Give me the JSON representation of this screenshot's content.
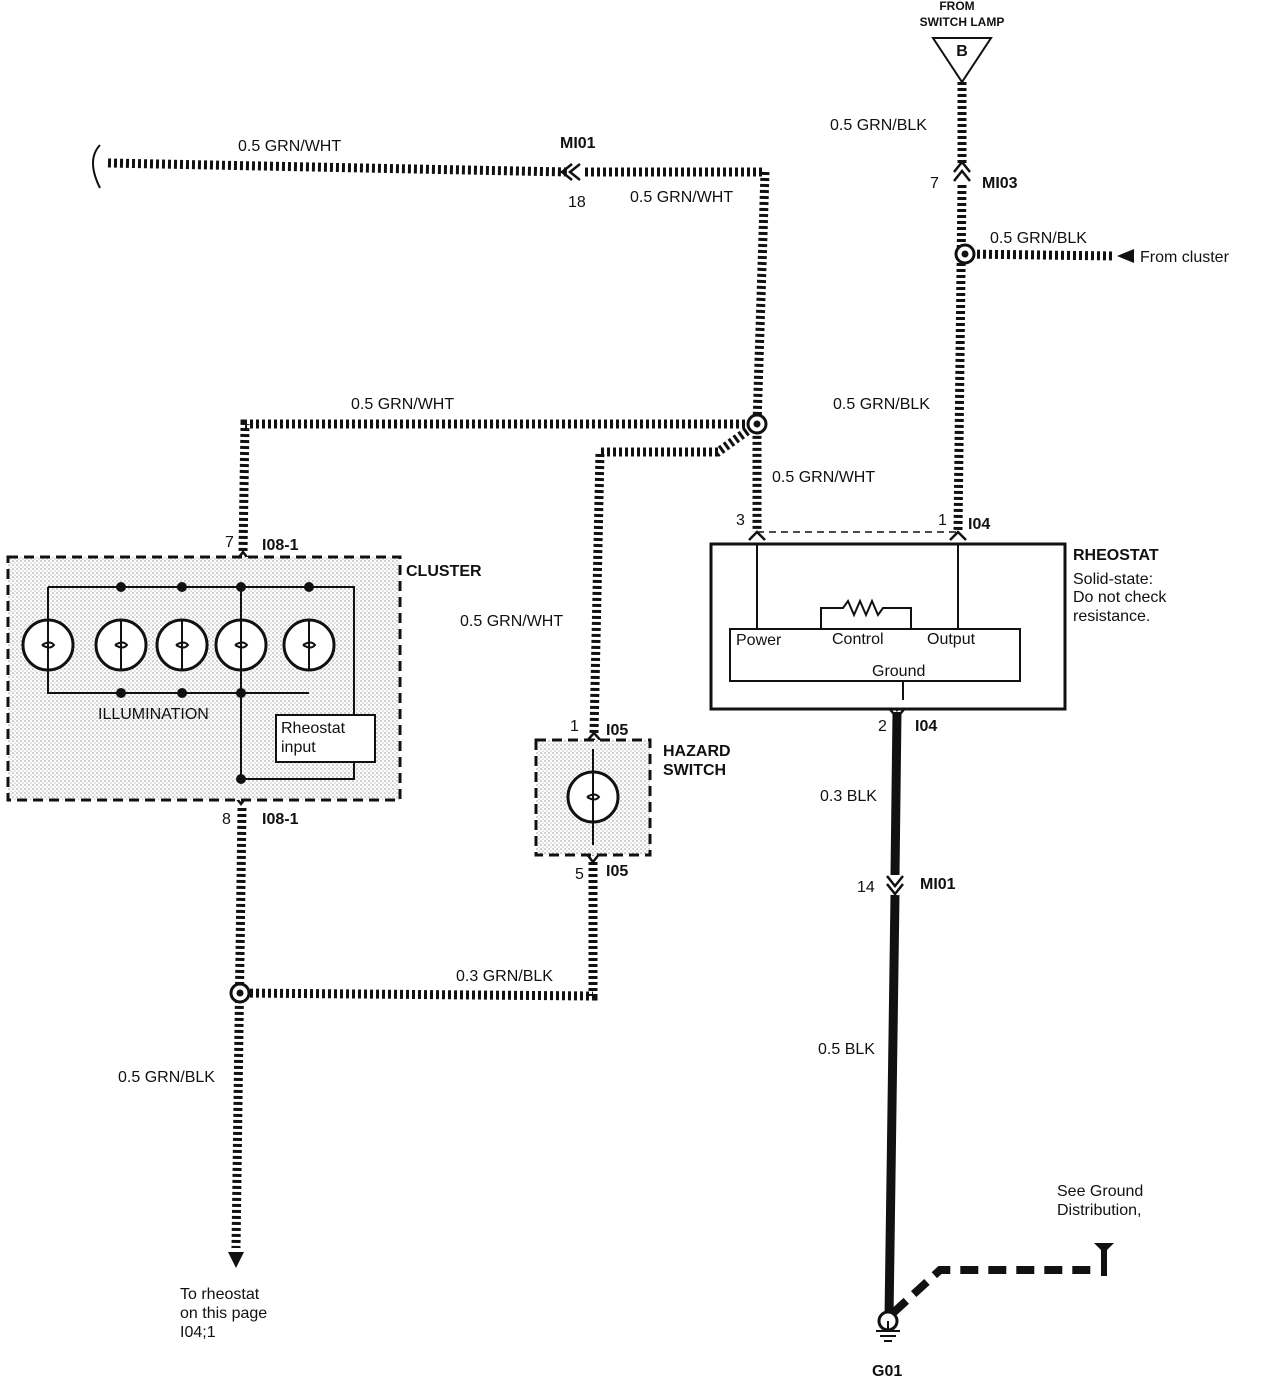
{
  "source": {
    "line1": "FROM",
    "line2": "SWITCH LAMP",
    "letter": "B"
  },
  "wires": {
    "top_left": "0.5 GRN/WHT",
    "top_mid": "0.5 GRN/WHT",
    "upper_horiz": "0.5 GRN/WHT",
    "to_rheostat": "0.5 GRN/WHT",
    "to_hazard": "0.5 GRN/WHT",
    "from_b": "0.5 GRN/BLK",
    "from_cluster": "0.5 GRN/BLK",
    "rheo_output": "0.5 GRN/BLK",
    "lower_horiz": "0.3 GRN/BLK",
    "to_rheostat_bottom": "0.5 GRN/BLK",
    "ground_1": "0.3 BLK",
    "ground_2": "0.5 BLK"
  },
  "connectors": {
    "mi01_top": {
      "name": "MI01",
      "pin": "18"
    },
    "mi03": {
      "name": "MI03",
      "pin": "7"
    },
    "i04_in": {
      "name": "I04",
      "pin_power": "3",
      "pin_output": "1"
    },
    "i04_out": {
      "name": "I04",
      "pin": "2"
    },
    "mi01_bottom": {
      "name": "MI01",
      "pin": "14"
    },
    "i08_top": {
      "name": "I08-1",
      "pin": "7"
    },
    "i08_bottom": {
      "name": "I08-1",
      "pin": "8"
    },
    "i05_top": {
      "name": "I05",
      "pin": "1"
    },
    "i05_bottom": {
      "name": "I05",
      "pin": "5"
    }
  },
  "from_cluster_label": "From cluster",
  "cluster": {
    "title": "CLUSTER",
    "illumination": "ILLUMINATION",
    "rheostat_input_1": "Rheostat",
    "rheostat_input_2": "input"
  },
  "hazard": {
    "title_1": "HAZARD",
    "title_2": "SWITCH"
  },
  "rheostat": {
    "title": "RHEOSTAT",
    "note_1": "Solid-state:",
    "note_2": "Do not check",
    "note_3": "resistance.",
    "power": "Power",
    "control": "Control",
    "output": "Output",
    "ground": "Ground"
  },
  "to_rheostat_note": {
    "line1": "To rheostat",
    "line2": "on this page",
    "line3": "I04;1"
  },
  "ground_note": {
    "line1": "See Ground",
    "line2": "Distribution,"
  },
  "ground_name": "G01"
}
